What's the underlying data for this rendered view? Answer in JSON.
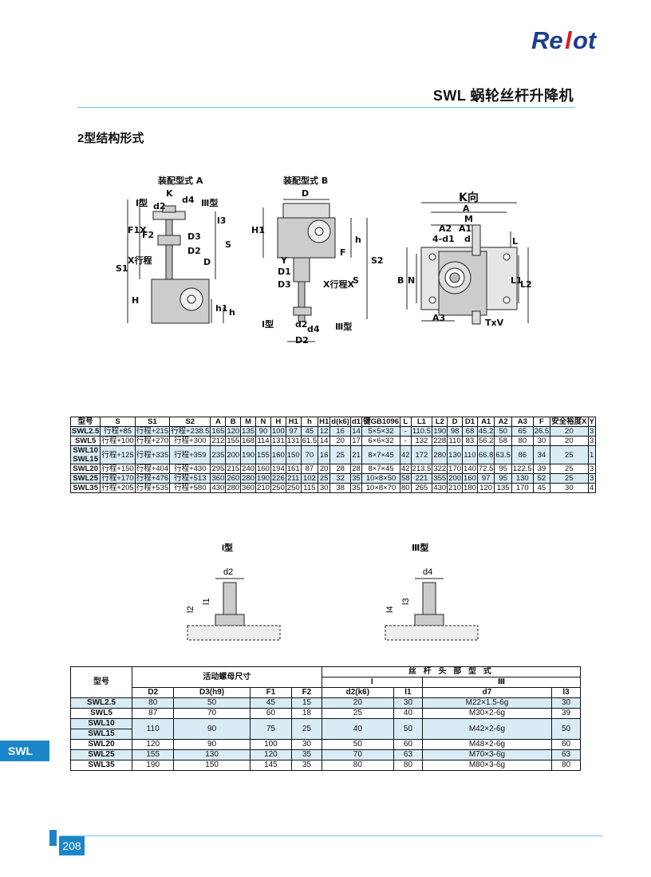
{
  "header": {
    "logo": "Relot",
    "title": "SWL 蜗轮丝杆升降机"
  },
  "section_title": "2型结构形式",
  "drawing_labels": {
    "assembly_a": "装配型式 A",
    "assembly_b": "装配型式 B",
    "k_view": "K向",
    "type_i": "I型",
    "type_iii": "Ⅲ型",
    "k": "K",
    "d2": "d2",
    "d4": "d4",
    "D": "D",
    "D1": "D1",
    "D2": "D2",
    "D3": "D3",
    "S": "S",
    "S1": "S1",
    "S2": "S2",
    "H": "H",
    "H1": "H1",
    "h": "h",
    "h1": "h1",
    "l3": "l3",
    "F1": "F1",
    "F2": "F2",
    "X_stroke": "X行程",
    "X_stroke_b": "X行程X",
    "FX": "F1X",
    "F": "F",
    "Y": "Y",
    "A": "A",
    "M": "M",
    "A1": "A1",
    "A2": "A2",
    "A3": "A3",
    "4d1": "4-d1",
    "d": "d",
    "L": "L",
    "L1": "L1",
    "L2": "L2",
    "B": "B",
    "N": "N",
    "TxV": "TxV"
  },
  "table1": {
    "headers": [
      "型号",
      "S",
      "S1",
      "S2",
      "A",
      "B",
      "M",
      "N",
      "H",
      "H1",
      "h",
      "H1",
      "d(k6)",
      "d1",
      "键GB1096",
      "L",
      "L1",
      "L2",
      "D",
      "D1",
      "A1",
      "A2",
      "A3",
      "F",
      "安全裕度X",
      "Y"
    ],
    "rows": [
      {
        "model": "SWL2.5",
        "cells": [
          "行程+85",
          "行程+215",
          "行程+238.5",
          "165",
          "120",
          "135",
          "90",
          "100",
          "97",
          "45",
          "12",
          "16",
          "14",
          "5×5×32",
          "-",
          "110.5",
          "190",
          "98",
          "68",
          "45.2",
          "50",
          "65",
          "26.5",
          "20",
          "3"
        ],
        "blue": true
      },
      {
        "model": "SWL5",
        "cells": [
          "行程+100",
          "行程+270",
          "行程+300",
          "212",
          "155",
          "168",
          "114",
          "131",
          "131",
          "61.5",
          "14",
          "20",
          "17",
          "6×6×32",
          "-",
          "132",
          "228",
          "110",
          "83",
          "56.2",
          "58",
          "80",
          "30",
          "20",
          "3"
        ],
        "blue": false
      },
      {
        "model": "SWL10\nSWL15",
        "cells": [
          "行程+125",
          "行程+335",
          "行程+359",
          "235",
          "200",
          "190",
          "155",
          "160",
          "150",
          "70",
          "16",
          "25",
          "21",
          "8×7×45",
          "42",
          "172",
          "280",
          "130",
          "110",
          "66.8",
          "63.5",
          "86",
          "34",
          "25",
          "1"
        ],
        "blue": true
      },
      {
        "model": "SWL20",
        "cells": [
          "行程+150",
          "行程+404",
          "行程+430",
          "295",
          "215",
          "240",
          "160",
          "194",
          "161",
          "87",
          "20",
          "28",
          "28",
          "8×7×45",
          "42",
          "213.5",
          "322",
          "170",
          "140",
          "72.5",
          "95",
          "122.5",
          "39",
          "25",
          "3"
        ],
        "blue": false
      },
      {
        "model": "SWL25",
        "cells": [
          "行程+170",
          "行程+476",
          "行程+513",
          "360",
          "260",
          "280",
          "190",
          "226",
          "211",
          "102",
          "25",
          "32",
          "35",
          "10×8×50",
          "58",
          "221",
          "355",
          "200",
          "160",
          "97",
          "95",
          "130",
          "52",
          "25",
          "3"
        ],
        "blue": true
      },
      {
        "model": "SWL35",
        "cells": [
          "行程+205",
          "行程+535",
          "行程+580",
          "430",
          "280",
          "360",
          "210",
          "250",
          "250",
          "115",
          "30",
          "38",
          "35",
          "10×8×70",
          "80",
          "265",
          "430",
          "210",
          "180",
          "120",
          "135",
          "170",
          "45",
          "30",
          "4"
        ],
        "blue": false
      }
    ]
  },
  "shaft_labels": {
    "type_i": "I型",
    "type_iii": "Ⅲ型",
    "d2": "d2",
    "d4": "d4",
    "l1": "l1",
    "l2": "l2",
    "l3": "l3",
    "l4": "l4"
  },
  "table2": {
    "model_header": "型号",
    "nut_header": "活动螺母尺寸",
    "screw_header": "丝 杆 头 部 型 式",
    "type_i": "I",
    "type_iii": "Ⅲ",
    "sub_headers": [
      "D2",
      "D3(h9)",
      "F1",
      "F2",
      "d2(k6)",
      "l1",
      "d7",
      "l3"
    ],
    "rows": [
      {
        "model": "SWL2.5",
        "cells": [
          "80",
          "50",
          "45",
          "15",
          "20",
          "30",
          "M22×1.5-6g",
          "30"
        ],
        "blue": true
      },
      {
        "model": "SWL5",
        "cells": [
          "87",
          "70",
          "60",
          "18",
          "25",
          "40",
          "M30×2-6g",
          "39"
        ],
        "blue": false
      },
      {
        "model": "SWL10",
        "cells": [
          "110",
          "90",
          "75",
          "25",
          "40",
          "50",
          "M42×2-6g",
          "50"
        ],
        "blue": true
      },
      {
        "model": "SWL15",
        "cells": [],
        "blue": true
      },
      {
        "model": "SWL20",
        "cells": [
          "120",
          "90",
          "100",
          "30",
          "50",
          "60",
          "M48×2-6g",
          "60"
        ],
        "blue": false
      },
      {
        "model": "SWL25",
        "cells": [
          "155",
          "130",
          "120",
          "35",
          "70",
          "63",
          "M70×3-6g",
          "63"
        ],
        "blue": true
      },
      {
        "model": "SWL35",
        "cells": [
          "190",
          "150",
          "145",
          "35",
          "80",
          "80",
          "M80×3-6g",
          "80"
        ],
        "blue": false
      }
    ]
  },
  "side_tab": "SWL",
  "page_number": "208",
  "colors": {
    "accent": "#1b86c7",
    "logo_red": "#d42027",
    "logo_blue": "#1c3e8e",
    "row_blue": "#d9ecf6",
    "rule": "#6cc3e6"
  }
}
